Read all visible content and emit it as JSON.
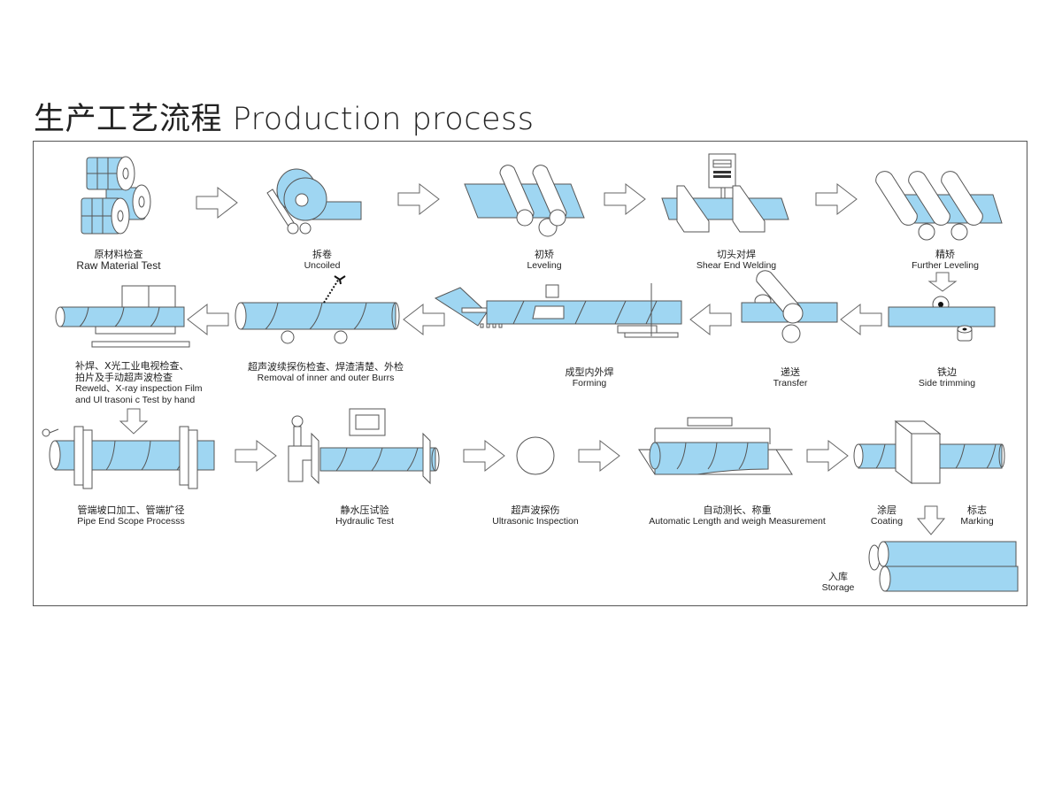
{
  "title": "生产工艺流程 Production process",
  "accent_color": "#9fd6f2",
  "steps": [
    {
      "cn": "原材料检查",
      "en": "Raw Material Test"
    },
    {
      "cn": "拆卷",
      "en": "Uncoiled"
    },
    {
      "cn": "初矫",
      "en": "Leveling"
    },
    {
      "cn": "切头对焊",
      "en": "Shear End Welding"
    },
    {
      "cn": "精矫",
      "en": "Further Leveling"
    },
    {
      "cn": "铁边",
      "en": "Side trimming"
    },
    {
      "cn": "递送",
      "en": "Transfer"
    },
    {
      "cn": "成型内外焊",
      "en": "Forming"
    },
    {
      "cn": "超声波续探伤检查、焊渣清楚、外检",
      "en": "Removal of inner and outer Burrs"
    },
    {
      "cn1": "补焊、X光工业电视检查、",
      "cn2": "拍片及手动超声波检查",
      "en1": "Reweld、X-ray inspection Film",
      "en2": "and Ul trasoni c Test by hand"
    },
    {
      "cn": "管端坡口加工、管端扩径",
      "en": "Pipe End Scope Processs"
    },
    {
      "cn": "静水压试验",
      "en": "Hydraulic Test"
    },
    {
      "cn": "超声波探伤",
      "en": "Ultrasonic Inspection"
    },
    {
      "cn": "自动测长、称重",
      "en": "Automatic Length and weigh Measurement"
    },
    {
      "cn": "涂层",
      "en": "Coating"
    },
    {
      "cn": "标志",
      "en": "Marking"
    },
    {
      "cn": "入库",
      "en": "Storage"
    }
  ]
}
